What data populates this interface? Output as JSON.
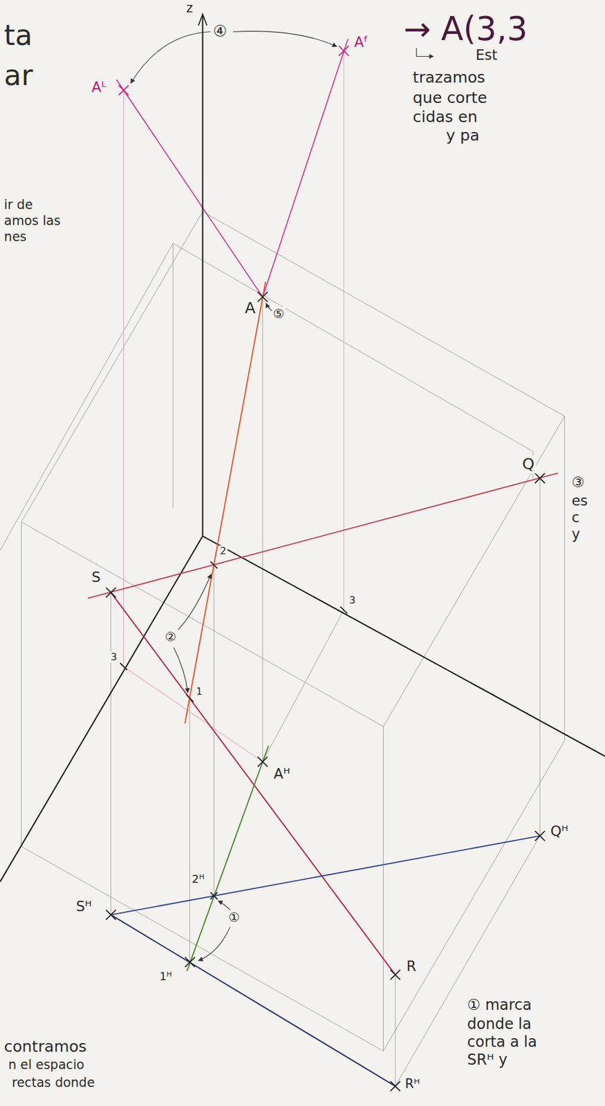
{
  "diagram": {
    "labels": [
      "ta",
      "ar",
      "z",
      "→ A(3,3",
      "Est",
      "trazamos",
      "que corte",
      "cidas en",
      "y pa",
      "④",
      "Aᴸ",
      "Aᶠ",
      "ir de",
      "amos las",
      "nes",
      "A",
      "⑤",
      "Q",
      "③",
      "es",
      "c",
      "y",
      "S",
      "2",
      "3",
      "3",
      "②",
      "1",
      "Aᴴ",
      "Qᴴ",
      "2ᴴ",
      "①",
      "Sᴴ",
      "1ᴴ",
      "R",
      "Rᴴ",
      "① marca",
      "donde la",
      "corta a la",
      "SRᴴ y",
      "contramos",
      "n el espacio",
      "rectas donde"
    ]
  }
}
